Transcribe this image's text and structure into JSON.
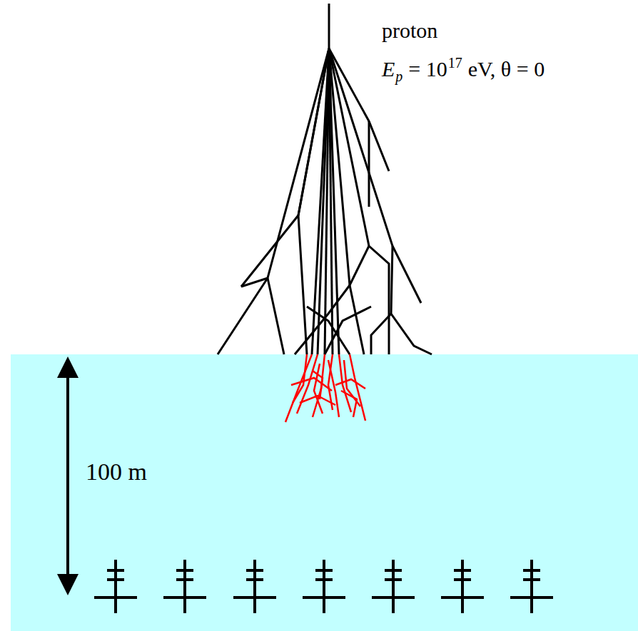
{
  "diagram": {
    "labels": [
      "proton",
      "E",
      "p",
      "= 10",
      "17",
      "eV, θ = 0",
      "100 m"
    ]
  }
}
